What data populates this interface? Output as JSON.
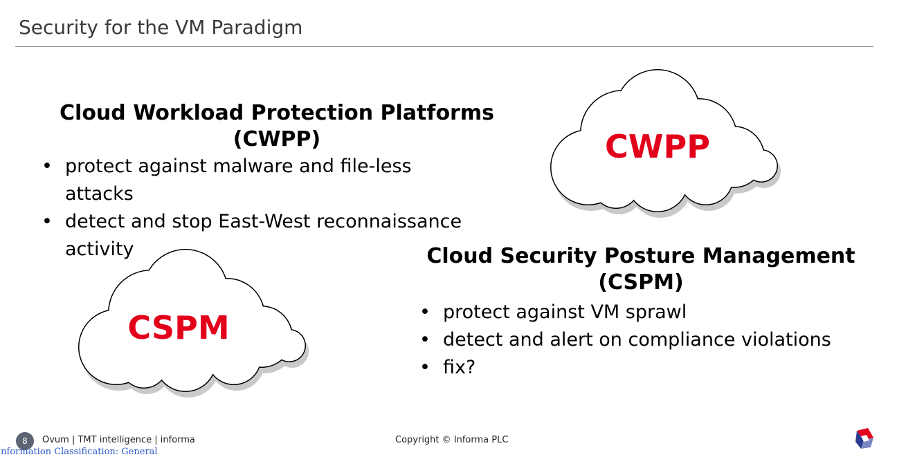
{
  "slide": {
    "title": "Security for the VM Paradigm"
  },
  "cwpp": {
    "heading_line1": "Cloud Workload Protection Platforms",
    "heading_line2": "(CWPP)",
    "bullets": [
      "protect against malware and file-less attacks",
      "detect and stop East-West reconnaissance activity"
    ],
    "cloud_label": "CWPP"
  },
  "cspm": {
    "heading_line1": "Cloud Security Posture Management",
    "heading_line2": "(CSPM)",
    "bullets": [
      "protect against VM sprawl",
      "detect and alert on compliance violations",
      "fix?"
    ],
    "cloud_label": "CSPM"
  },
  "footer": {
    "page_number": "8",
    "brand": "Ovum | TMT intelligence | informa",
    "copyright": "Copyright © Informa PLC",
    "classification": "Information Classification: General"
  },
  "colors": {
    "accent_red": "#e3001b",
    "badge_gray": "#5b6472",
    "classification_blue": "#2a58c8"
  },
  "icons": {
    "logo": "informa-logo-icon"
  }
}
